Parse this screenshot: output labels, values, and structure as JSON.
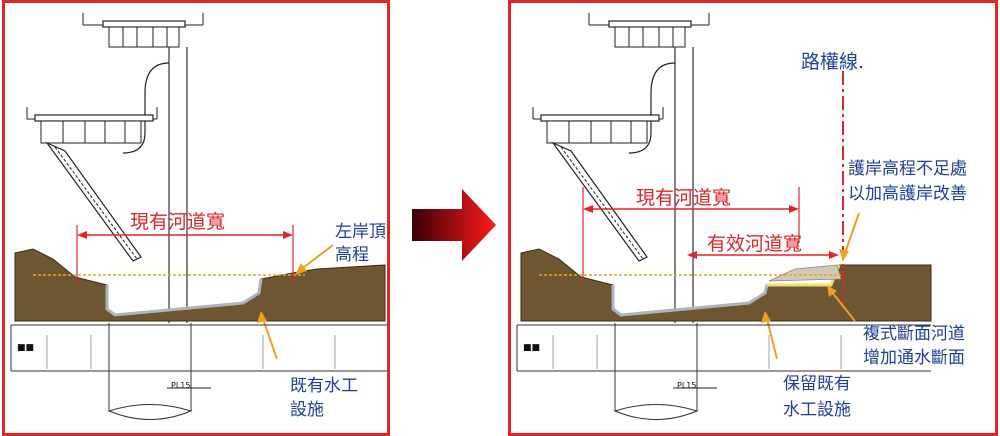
{
  "left": {
    "existing_width": "現有河道寬",
    "left_bank_1": "左岸頂",
    "left_bank_2": "高程",
    "existing_works_1": "既有水工",
    "existing_works_2": "設施",
    "plate": "PL15"
  },
  "right": {
    "row_line": "路權線.",
    "existing_width": "現有河道寬",
    "effective_width": "有效河道寬",
    "raise_note_1": "護岸高程不足處",
    "raise_note_2": "以加高護岸改善",
    "compound_1": "複式斷面河道",
    "compound_2": "增加通水斷面",
    "retain_1": "保留既有",
    "retain_2": "水工設施",
    "plate": "PL15"
  },
  "colors": {
    "frame": "#e0262b",
    "label_blue": "#1f3f9a",
    "earth": "#6f5633",
    "level": "#f0a020"
  }
}
